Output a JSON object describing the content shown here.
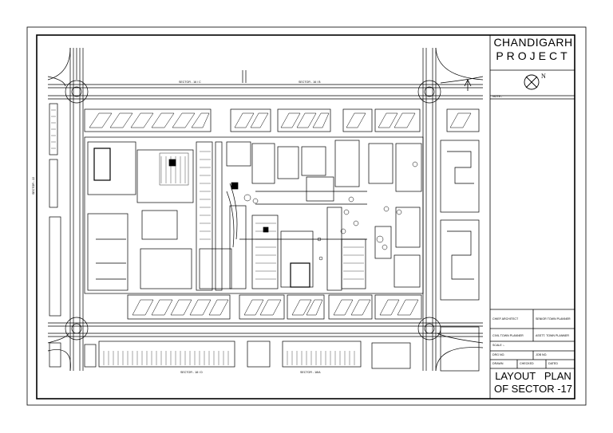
{
  "title_block": {
    "project_line1": "CHANDIGARH",
    "project_line2": "PROJECT",
    "north_label": "N",
    "notes_label": "NOTE:-",
    "roles": {
      "chief_architect": "CHIEF ARCHITECT",
      "senior_town_planner": "SENIOR TOWN PLANNER",
      "civil_town_planner": "CIVIL TOWN PLANNER",
      "asstt_town_planner": "ASSTT. TOWN PLANNER",
      "scale": "SCALE :-",
      "drg_no": "DRG NO.",
      "job_no": "JOB NO.",
      "drawn": "DRAWN",
      "checked": "CHECKED",
      "dated": "DATED"
    },
    "plan_title_line1": "LAYOUT   PLAN",
    "plan_title_line2": "OF SECTOR -17"
  },
  "map_labels": {
    "top_left": "SECTOR - 16 / C",
    "top_right": "SECTOR - 16 / B",
    "bottom_left": "SECTOR - 18 / D",
    "bottom_right": "SECTOR - 18/A",
    "left_side": "SECTOR - 22"
  },
  "colors": {
    "ink": "#000000",
    "paper": "#ffffff"
  }
}
